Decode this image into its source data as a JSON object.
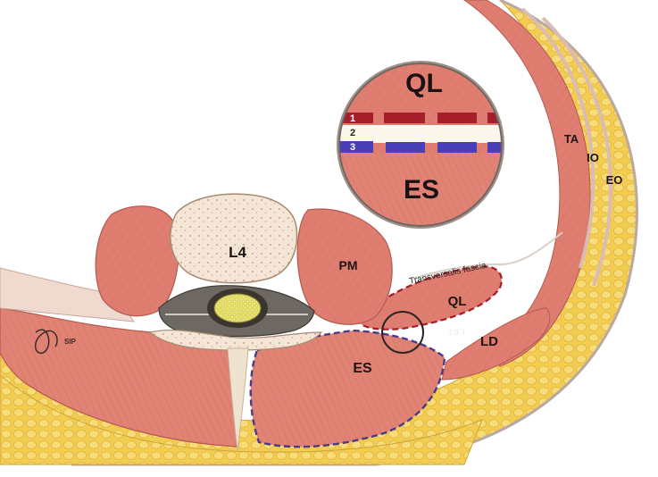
{
  "labels": {
    "inset_top": "QL",
    "inset_bottom": "ES",
    "layer_1": "1",
    "layer_2": "2",
    "layer_3": "3",
    "vertebra": "L4",
    "psoas": "PM",
    "quadratus": "QL",
    "erector": "ES",
    "latissimus": "LD",
    "transversus": "TA",
    "internal_oblique": "IO",
    "external_oblique": "EO",
    "fascia": "Transversalis fascia",
    "lift": "LIFT",
    "signature": "SIP"
  },
  "colors": {
    "muscle": "#dd7a6c",
    "muscle_dark": "#c55b4f",
    "fat": "#f2c94c",
    "fascia": "#f7f0c8",
    "bone": "#f3e6d6",
    "layer_red": "#a51e2a",
    "layer_blue": "#4b3fb8",
    "outline_dashed": "#4a3a8a"
  }
}
